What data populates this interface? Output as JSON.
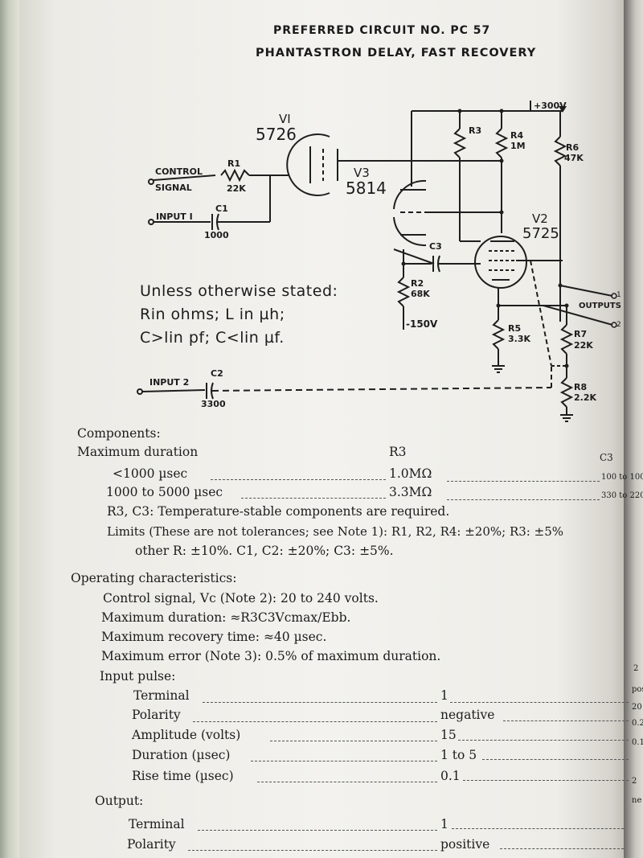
{
  "header": {
    "circuit_no": "PREFERRED CIRCUIT NO. PC 57",
    "title": "PHANTASTRON DELAY, FAST RECOVERY"
  },
  "schematic": {
    "supply_pos": "+300V",
    "supply_neg": "-150V",
    "tubes": [
      {
        "ref": "VI",
        "type": "5726"
      },
      {
        "ref": "V3",
        "type": "5814"
      },
      {
        "ref": "V2",
        "type": "5725"
      }
    ],
    "resistors": [
      {
        "ref": "R1",
        "value": "22K"
      },
      {
        "ref": "R2",
        "value": "68K"
      },
      {
        "ref": "R3",
        "value": ""
      },
      {
        "ref": "R4",
        "value": "1M"
      },
      {
        "ref": "R5",
        "value": "3.3K"
      },
      {
        "ref": "R6",
        "value": "47K"
      },
      {
        "ref": "R7",
        "value": "22K"
      },
      {
        "ref": "R8",
        "value": "2.2K"
      }
    ],
    "capacitors": [
      {
        "ref": "C1",
        "value": "1000"
      },
      {
        "ref": "C2",
        "value": "3300"
      },
      {
        "ref": "C3",
        "value": ""
      }
    ],
    "inputs": {
      "control_1": "CONTROL",
      "control_2": "SIGNAL",
      "input1": "INPUT I",
      "input2": "INPUT 2"
    },
    "outputs_label": "OUTPUTS",
    "output_pins": [
      "1",
      "2"
    ],
    "notes": [
      "Unless otherwise stated:",
      "Rin ohms; L in µh;",
      "C>lin pf; C<lin µf."
    ]
  },
  "components": {
    "heading": "Components:",
    "col_label": "Maximum duration",
    "col_r3": "R3",
    "col_c3": "C3",
    "rows": [
      {
        "duration": "<1000 µsec",
        "r3": "1.0MΩ",
        "c3": "100 to 100"
      },
      {
        "duration": "1000 to 5000 µsec",
        "r3": "3.3MΩ",
        "c3": "330 to 220"
      }
    ],
    "stable_note": "R3, C3: Temperature-stable components are required.",
    "limits_1": "Limits (These are not tolerances; see Note 1): R1, R2, R4: ±20%; R3: ±5%",
    "limits_2": "other R: ±10%. C1, C2: ±20%; C3: ±5%."
  },
  "operating": {
    "heading": "Operating characteristics:",
    "lines": [
      "Control signal, Vc (Note 2): 20 to 240 volts.",
      "Maximum duration: ≈R3C3Vcmax/Ebb.",
      "Maximum recovery time: ≈40 µsec.",
      "Maximum error (Note 3): 0.5% of maximum duration."
    ],
    "input_pulse_heading": "Input pulse:",
    "input_pulse": [
      {
        "label": "Terminal",
        "value": "1",
        "right": "2"
      },
      {
        "label": "Polarity",
        "value": "negative",
        "right": "posi"
      },
      {
        "label": "Amplitude (volts)",
        "value": "15",
        "right": "20"
      },
      {
        "label": "Duration (µsec)",
        "value": "1 to 5",
        "right": "0.2"
      },
      {
        "label": "Rise time (µsec)",
        "value": "0.1",
        "right": "0.1"
      }
    ],
    "output_heading": "Output:",
    "output": [
      {
        "label": "Terminal",
        "value": "1",
        "right": "2"
      },
      {
        "label": "Polarity",
        "value": "positive",
        "right": "ne"
      }
    ]
  }
}
